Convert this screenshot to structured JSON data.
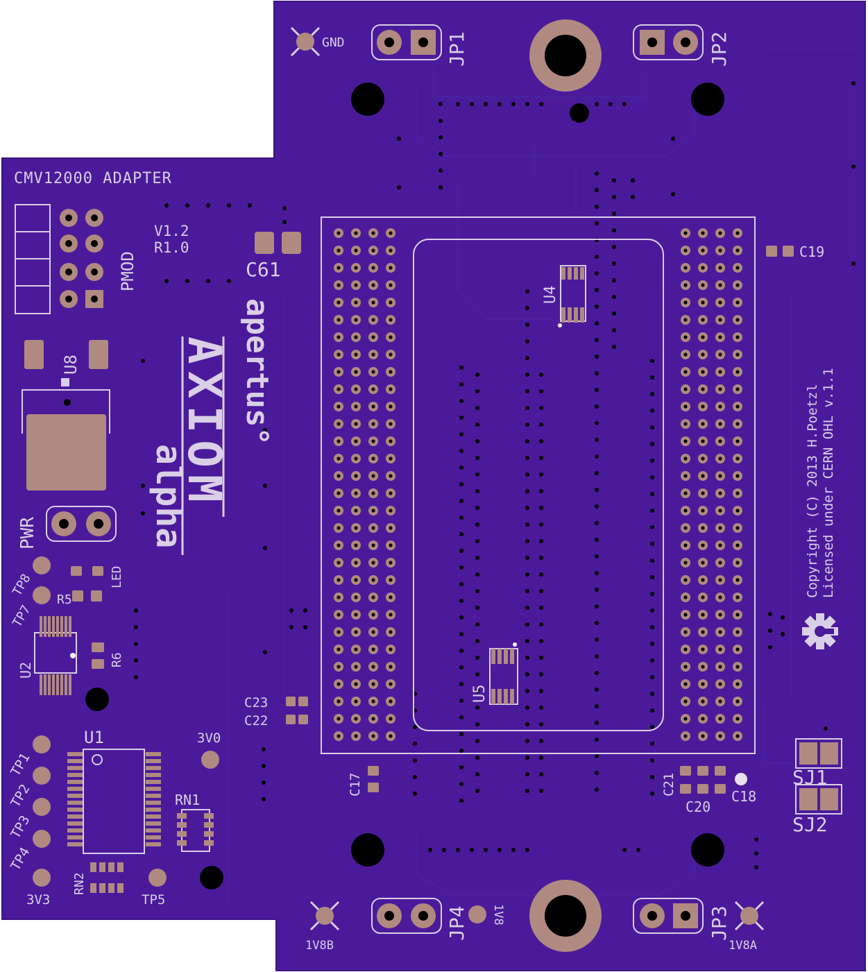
{
  "board": {
    "title": "CMV12000 ADAPTER",
    "version": "V1.2",
    "revision": "R1.0",
    "logo": {
      "brand": "apertus°",
      "product": "AXIOM",
      "variant": "alpha"
    },
    "copyright_line1": "Copyright (C) 2013 H.Poetzl",
    "copyright_line2": "Licensed under CERN OHL v.1.1",
    "colors": {
      "soldermask": "#4b1a9b",
      "copper": "#b08a80",
      "silkscreen": "#d9cfe6",
      "hole": "#000000"
    },
    "icons": [
      "gear-icon"
    ]
  },
  "labels": {
    "gnd": "GND",
    "jp1": "JP1",
    "jp2": "JP2",
    "jp3": "JP3",
    "jp4": "JP4",
    "pmod": "PMOD",
    "c61": "C61",
    "u8": "U8",
    "u4": "U4",
    "u5": "U5",
    "c19": "C19",
    "pwr": "PWR",
    "led": "LED",
    "r5": "R5",
    "r6": "R6",
    "tp8": "TP8",
    "tp7": "TP7",
    "u2": "U2",
    "u1": "U1",
    "v3v0": "3V0",
    "rn1": "RN1",
    "rn2": "RN2",
    "tp1": "TP1",
    "tp2": "TP2",
    "tp3": "TP3",
    "tp4": "TP4",
    "v3v3": "3V3",
    "tp5": "TP5",
    "c23": "C23",
    "c22": "C22",
    "c17": "C17",
    "c21": "C21",
    "c20": "C20",
    "c18": "C18",
    "sj1": "SJ1",
    "sj2": "SJ2",
    "v1v8b": "1V8B",
    "v1v8": "1V8",
    "v1v8a": "1V8A"
  }
}
